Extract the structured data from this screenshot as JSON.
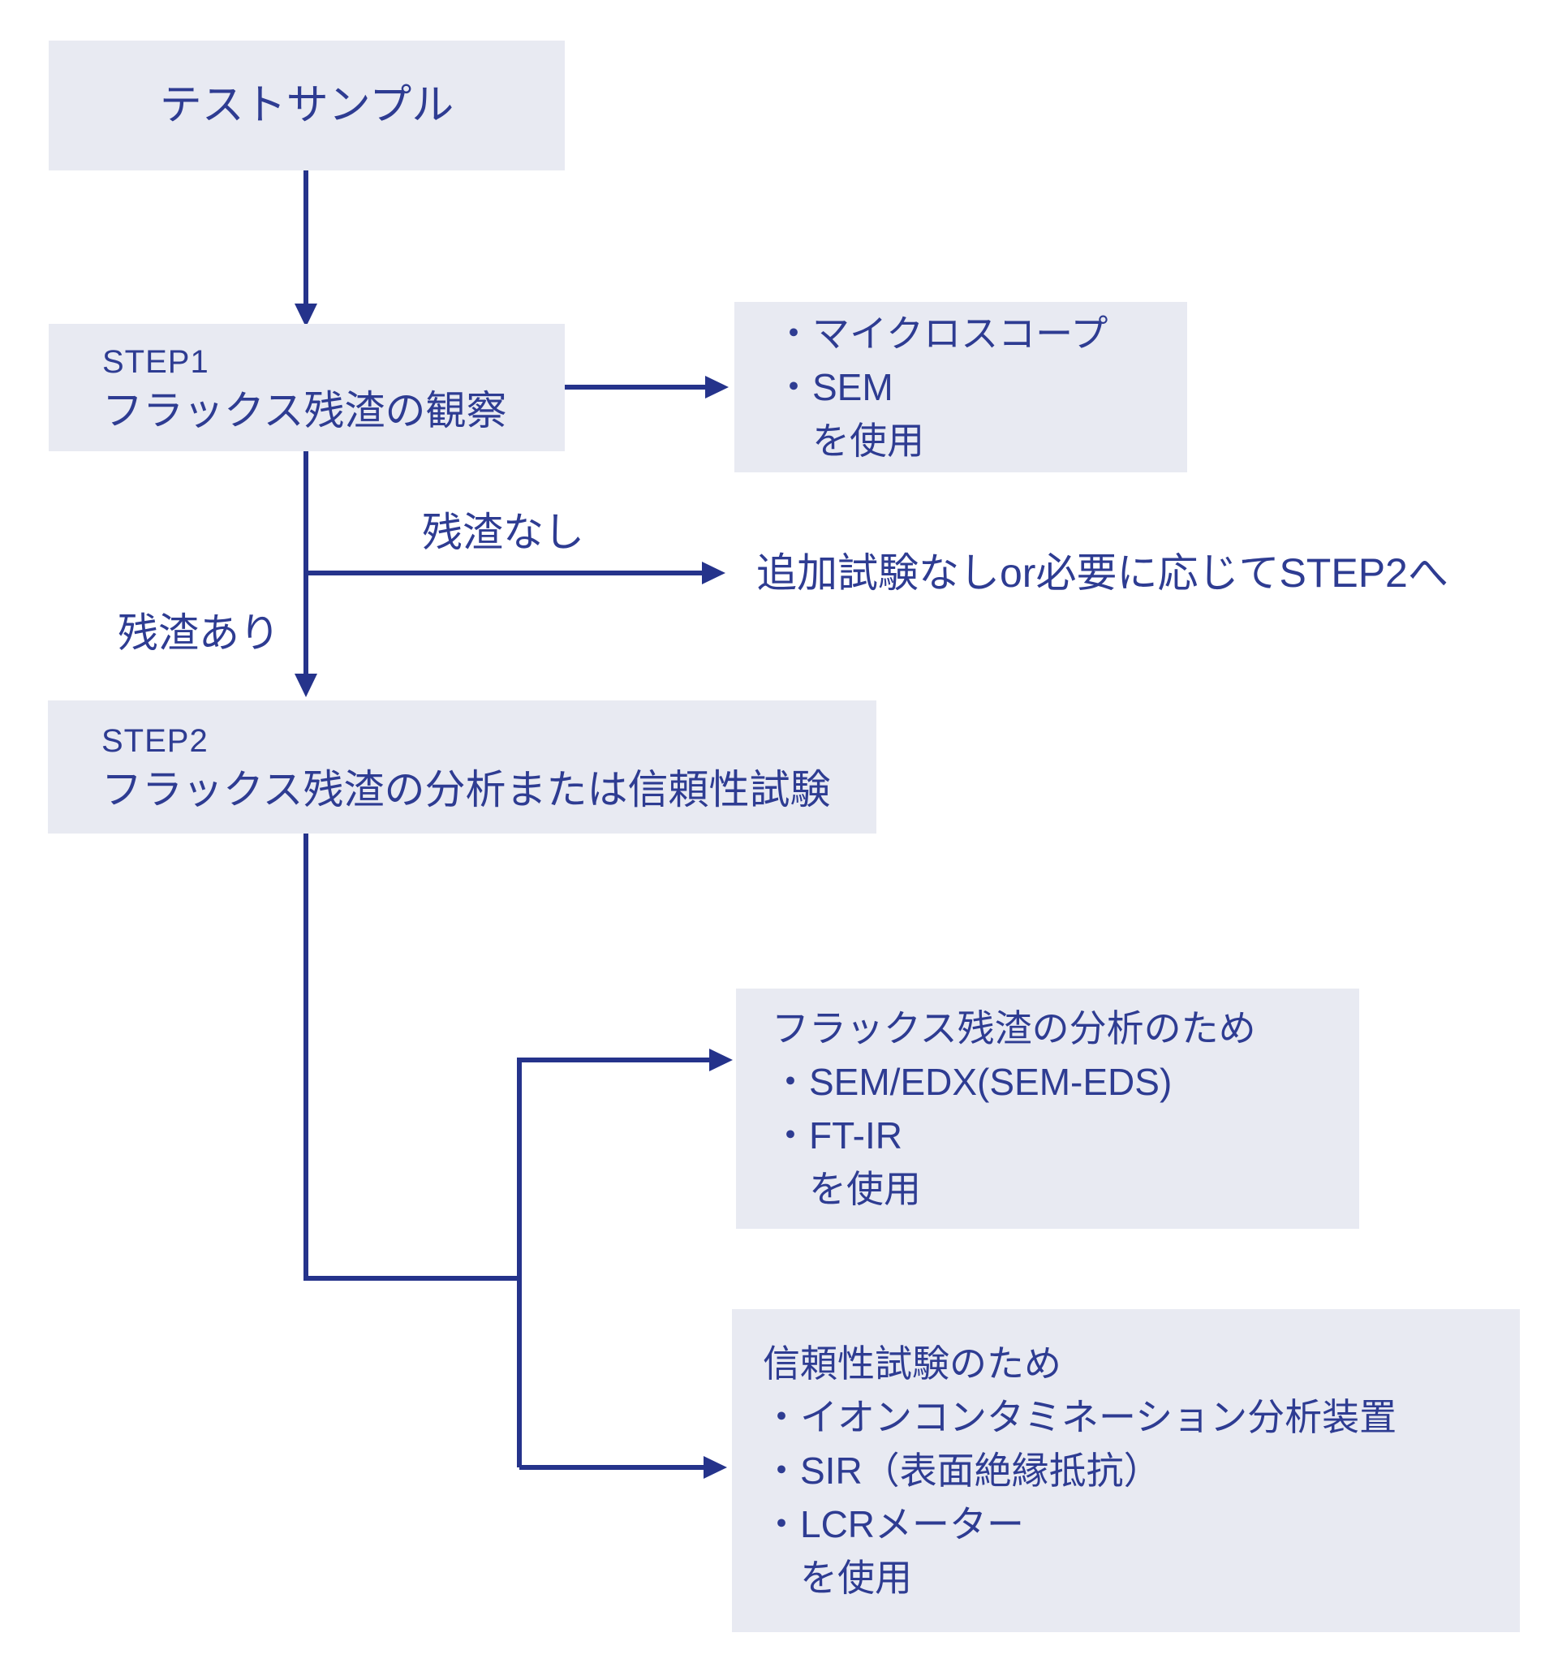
{
  "colors": {
    "box_fill": "#e8eaf2",
    "text": "#2e3c92",
    "line": "#25338b",
    "background": "#ffffff"
  },
  "nodes": {
    "test_sample": {
      "label": "テストサンプル"
    },
    "step1": {
      "title": "STEP1",
      "label": "フラックス残渣の観察"
    },
    "step1_tools": {
      "lines": [
        "・マイクロスコープ",
        "・SEM",
        "　を使用"
      ]
    },
    "step2": {
      "title": "STEP2",
      "label": "フラックス残渣の分析または信頼性試験"
    },
    "analysis_tools": {
      "lines": [
        "フラックス残渣の分析のため",
        "・SEM/EDX(SEM-EDS)",
        "・FT-IR",
        "　を使用"
      ]
    },
    "reliability_tools": {
      "lines": [
        "信頼性試験のため",
        "・イオンコンタミネーション分析装置",
        "・SIR（表面絶縁抵抗）",
        "・LCRメーター",
        "　を使用"
      ]
    }
  },
  "labels": {
    "no_residue": "残渣なし",
    "residue": "残渣あり",
    "no_residue_result": "追加試験なしor必要に応じてSTEP2へ"
  }
}
